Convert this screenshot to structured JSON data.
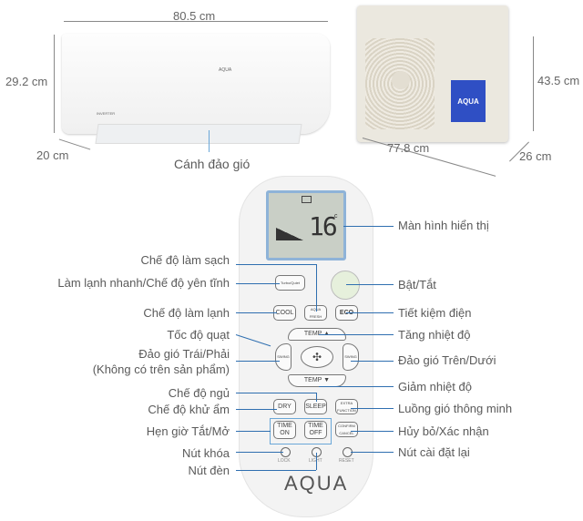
{
  "indoor_unit": {
    "width": "80.5 cm",
    "height": "29.2 cm",
    "depth": "20 cm",
    "label_vane": "Cánh đảo gió",
    "brand": "AQUA",
    "badge": "INVERTER"
  },
  "outdoor_unit": {
    "height": "43.5 cm",
    "width": "77.8 cm",
    "depth": "26 cm",
    "brand": "AQUA",
    "brand_color": "#2f4fc4"
  },
  "remote": {
    "display": {
      "temp": "16",
      "unit": "c"
    },
    "buttons": {
      "turbo": "Turbo/Quiet",
      "cool": "COOL",
      "aqua_fresh": "AQUA FRESH",
      "eco": "ECO",
      "temp_up": "TEMP ▲",
      "temp_down": "TEMP ▼",
      "swing_lr": "SWING",
      "swing_ud": "SWING",
      "dry": "DRY",
      "sleep": "SLEEP",
      "extra": "EXTRA FUNCTION",
      "time_on": "TIME ON",
      "time_off": "TIME OFF",
      "confirm": "CONFIRM CANCEL",
      "lock": "LOCK",
      "light": "LIGHT",
      "reset": "RESET"
    },
    "brand": "AQUA"
  },
  "labels_left": [
    "Chế độ làm sạch",
    "Làm lạnh nhanh/Chế độ yên tĩnh",
    "Chế độ làm lạnh",
    "Tốc độ quạt",
    "Đảo gió Trái/Phải",
    "(Không có trên sản phẩm)",
    "Chế độ ngủ",
    "Chế độ khử ẩm",
    "Hẹn giờ Tắt/Mở",
    "Nút khóa",
    "Nút đèn"
  ],
  "labels_right": [
    "Màn hình hiển thị",
    "Bật/Tắt",
    "Tiết kiệm điện",
    "Tăng nhiệt độ",
    "Đảo gió Trên/Dưới",
    "Giảm nhiệt độ",
    "Luồng gió thông minh",
    "Hủy bỏ/Xác nhận",
    "Nút cài đặt lại"
  ]
}
